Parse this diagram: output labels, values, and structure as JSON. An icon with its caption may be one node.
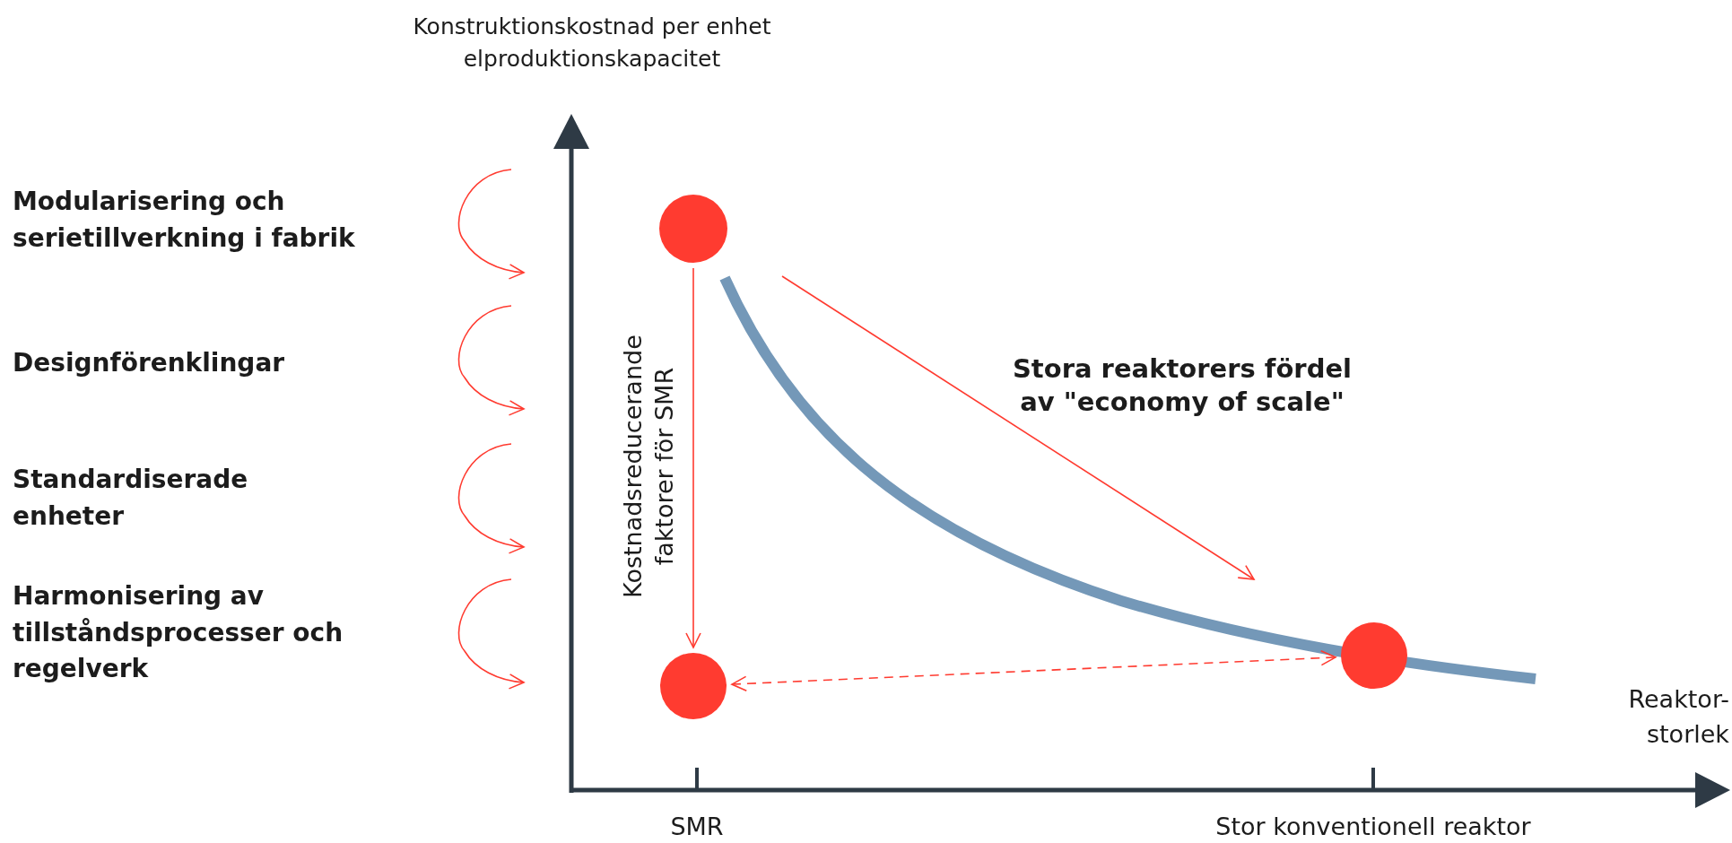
{
  "diagram": {
    "nodes": [
      {
        "text": [],
        "shape": "circle"
      },
      {
        "text": [],
        "shape": "circle"
      },
      {
        "text": [],
        "shape": "circle"
      }
    ],
    "edges": [
      {
        "from": 0,
        "to": 1,
        "arrow": "to",
        "label": "Kostnadsreducerande faktorer för SMR"
      },
      {
        "from": 1,
        "to": 2,
        "arrow": "both",
        "style": "dashed"
      },
      {
        "from": 0,
        "to": null,
        "arrow": "to",
        "label": "Stora reaktorers fördel av \"economy of scale\""
      }
    ],
    "labels": [
      "Konstruktionskostnad per enhet elproduktionskapacitet",
      "Modularisering och serietillverkning i fabrik",
      "Designförenklingar",
      "Standardiserade enheter",
      "Harmonisering av tillståndsprocesser och regelverk",
      "Reaktor- storlek",
      "SMR",
      "Stor konventionell reaktor"
    ]
  }
}
